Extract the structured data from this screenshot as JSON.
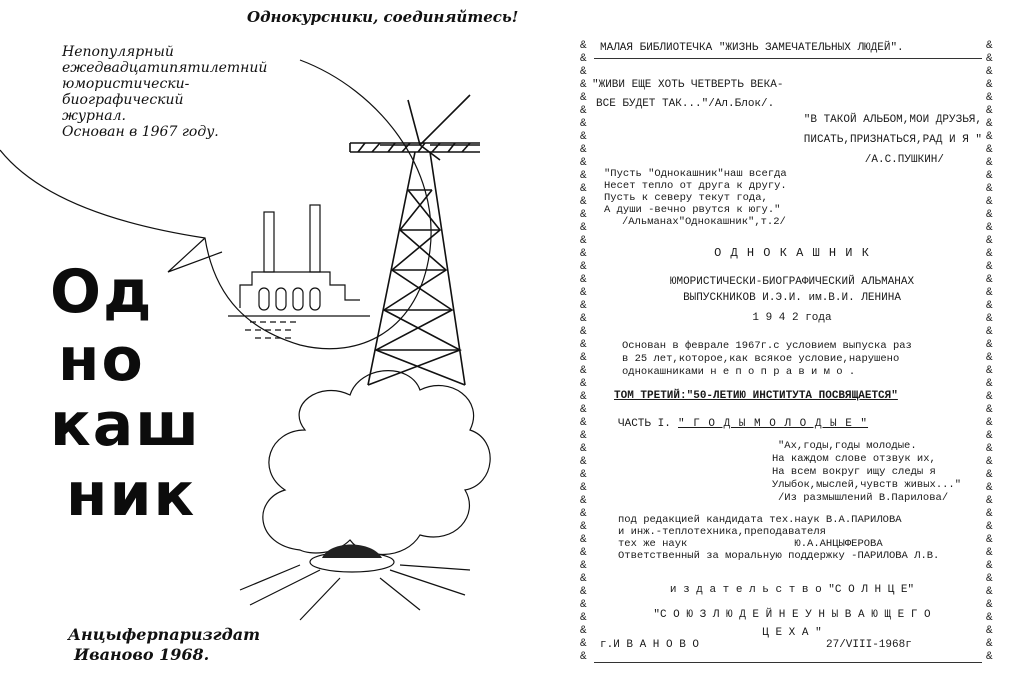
{
  "left": {
    "slogan": "Однокурсники, соединяйтесь!",
    "subtitle_lines": [
      "Непопулярный",
      "ежедвадцатипятилетний",
      "юмористически-",
      "биографический",
      "журнал.",
      "Основан в 1967 году."
    ],
    "title_lines": [
      "Од",
      "но",
      "каш",
      "ник"
    ],
    "publisher": "Анцыферпаризгдат",
    "place_year": "Иваново 1968."
  },
  "right": {
    "series": "МАЛАЯ БИБЛИОТЕЧКА \"ЖИЗНЬ ЗАМЕЧАТЕЛЬНЫХ   ЛЮДЕЙ\".",
    "epigraph1": [
      "\"ЖИВИ ЕЩЕ ХОТЬ ЧЕТВЕРТЬ ВЕКА-",
      "ВСЕ БУДЕТ ТАК...\"/Ал.Блок/."
    ],
    "epigraph2": [
      "\"В ТАКОЙ АЛЬБОМ,МОИ ДРУЗЬЯ,",
      "ПИСАТЬ,ПРИЗНАТЬСЯ,РАД И Я \"",
      "/А.С.ПУШКИН/"
    ],
    "epigraph3": [
      "\"Пусть \"Однокашник\"наш всегда",
      "Несет тепло от друга к другу.",
      "Пусть к северу текут года,",
      "А души -вечно рвутся к югу.\"",
      "/Альманах\"Однокашник\",т.2/"
    ],
    "title": "О Д Н О К А Ш Н И К",
    "desc": [
      "ЮМОРИСТИЧЕСКИ-БИОГРАФИЧЕСКИЙ АЛЬМАНАХ",
      "ВЫПУСКНИКОВ И.Э.И. им.В.И. ЛЕНИНА"
    ],
    "year_line": "1 9 4 2  года",
    "founded": [
      "Основан в феврале 1967г.с условием выпуска раз",
      "в 25 лет,которое,как всякое условие,нарушено",
      "однокашниками  н е п о п р а в и м о ."
    ],
    "volume": "ТОМ ТРЕТИЙ:\"50-ЛЕТИЮ ИНСТИТУТА  ПОСВЯЩАЕТСЯ\"",
    "part_label": "ЧАСТЬ I.",
    "part_title": "\" Г О Д Ы   М О Л О Д Ы Е \"",
    "poem": [
      "\"Ах,годы,годы молодые.",
      "На каждом слове отзвук их,",
      "На всем вокруг ищу следы я",
      "Улыбок,мыслей,чувств живых...\"",
      "/Из размышлений В.Парилова/"
    ],
    "editors": [
      "под редакцией кандидата тех.наук В.А.ПАРИЛОВА",
      "и инж.-теплотехника,преподавателя",
      "тех же наук                 Ю.А.АНЦЫФЕРОВА",
      "Ответственный за моральную поддержку -ПАРИЛОВА Л.В."
    ],
    "publisher_line": "и з д а т е л ь с т в о  \"С О Л Н Ц Е\"",
    "union": [
      "\"С О Ю З  Л Ю Д Е Й  Н Е У Н Ы В А Ю Щ Е Г О",
      "Ц Е Х А \""
    ],
    "city": "г.И В А Н О В О",
    "date": "27/VIII-1968г"
  }
}
